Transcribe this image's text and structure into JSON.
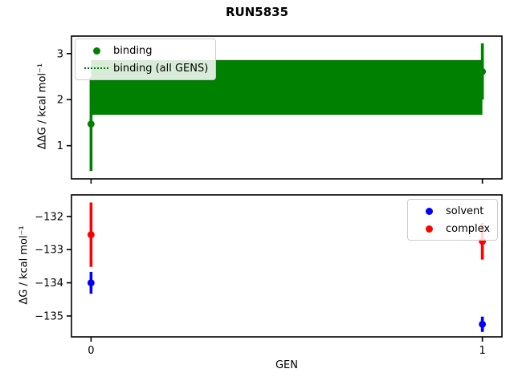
{
  "title": "RUN5835",
  "chart_data": [
    {
      "type": "scatter",
      "title": "",
      "ylabel": "ΔΔG / kcal mol⁻¹",
      "xlabel": "",
      "ylim": [
        0.28,
        3.38
      ],
      "yticks": [
        1,
        2,
        3
      ],
      "xlim": [
        -0.05,
        1.05
      ],
      "xticks": [
        0,
        1
      ],
      "xtick_labels": [],
      "grid": false,
      "series": [
        {
          "name": "binding",
          "color": "#008000",
          "marker": "circle",
          "x": [
            0,
            1
          ],
          "y": [
            1.47,
            2.61
          ],
          "yerr": [
            1.02,
            0.61
          ]
        }
      ],
      "band": {
        "name": "binding (all GENS)",
        "color": "#008000",
        "x_range": [
          0,
          1
        ],
        "y_low": 1.67,
        "y_high": 2.86,
        "center": 2.27,
        "center_line_style": "dotted"
      },
      "legend": {
        "position": "upper-left",
        "entries": [
          {
            "label": "binding",
            "marker": "dot",
            "color": "#008000"
          },
          {
            "label": "binding (all GENS)",
            "marker": "dotted-line",
            "color": "#008000"
          }
        ]
      }
    },
    {
      "type": "scatter",
      "title": "",
      "ylabel": "ΔG / kcal mol⁻¹",
      "xlabel": "GEN",
      "ylim": [
        -135.63,
        -131.35
      ],
      "yticks": [
        -135,
        -134,
        -133,
        -132
      ],
      "xlim": [
        -0.05,
        1.05
      ],
      "xticks": [
        0,
        1
      ],
      "xtick_labels": [
        "0",
        "1"
      ],
      "grid": false,
      "series": [
        {
          "name": "solvent",
          "color": "#0000ff",
          "marker": "circle",
          "x": [
            0,
            1
          ],
          "y": [
            -134.0,
            -135.25
          ],
          "yerr": [
            0.33,
            0.23
          ]
        },
        {
          "name": "complex",
          "color": "#ff0000",
          "marker": "circle",
          "x": [
            0,
            1
          ],
          "y": [
            -132.55,
            -132.75
          ],
          "yerr": [
            0.97,
            0.55
          ]
        }
      ],
      "legend": {
        "position": "upper-right",
        "entries": [
          {
            "label": "solvent",
            "marker": "dot",
            "color": "#0000ff"
          },
          {
            "label": "complex",
            "marker": "dot",
            "color": "#ff0000"
          }
        ]
      }
    }
  ]
}
